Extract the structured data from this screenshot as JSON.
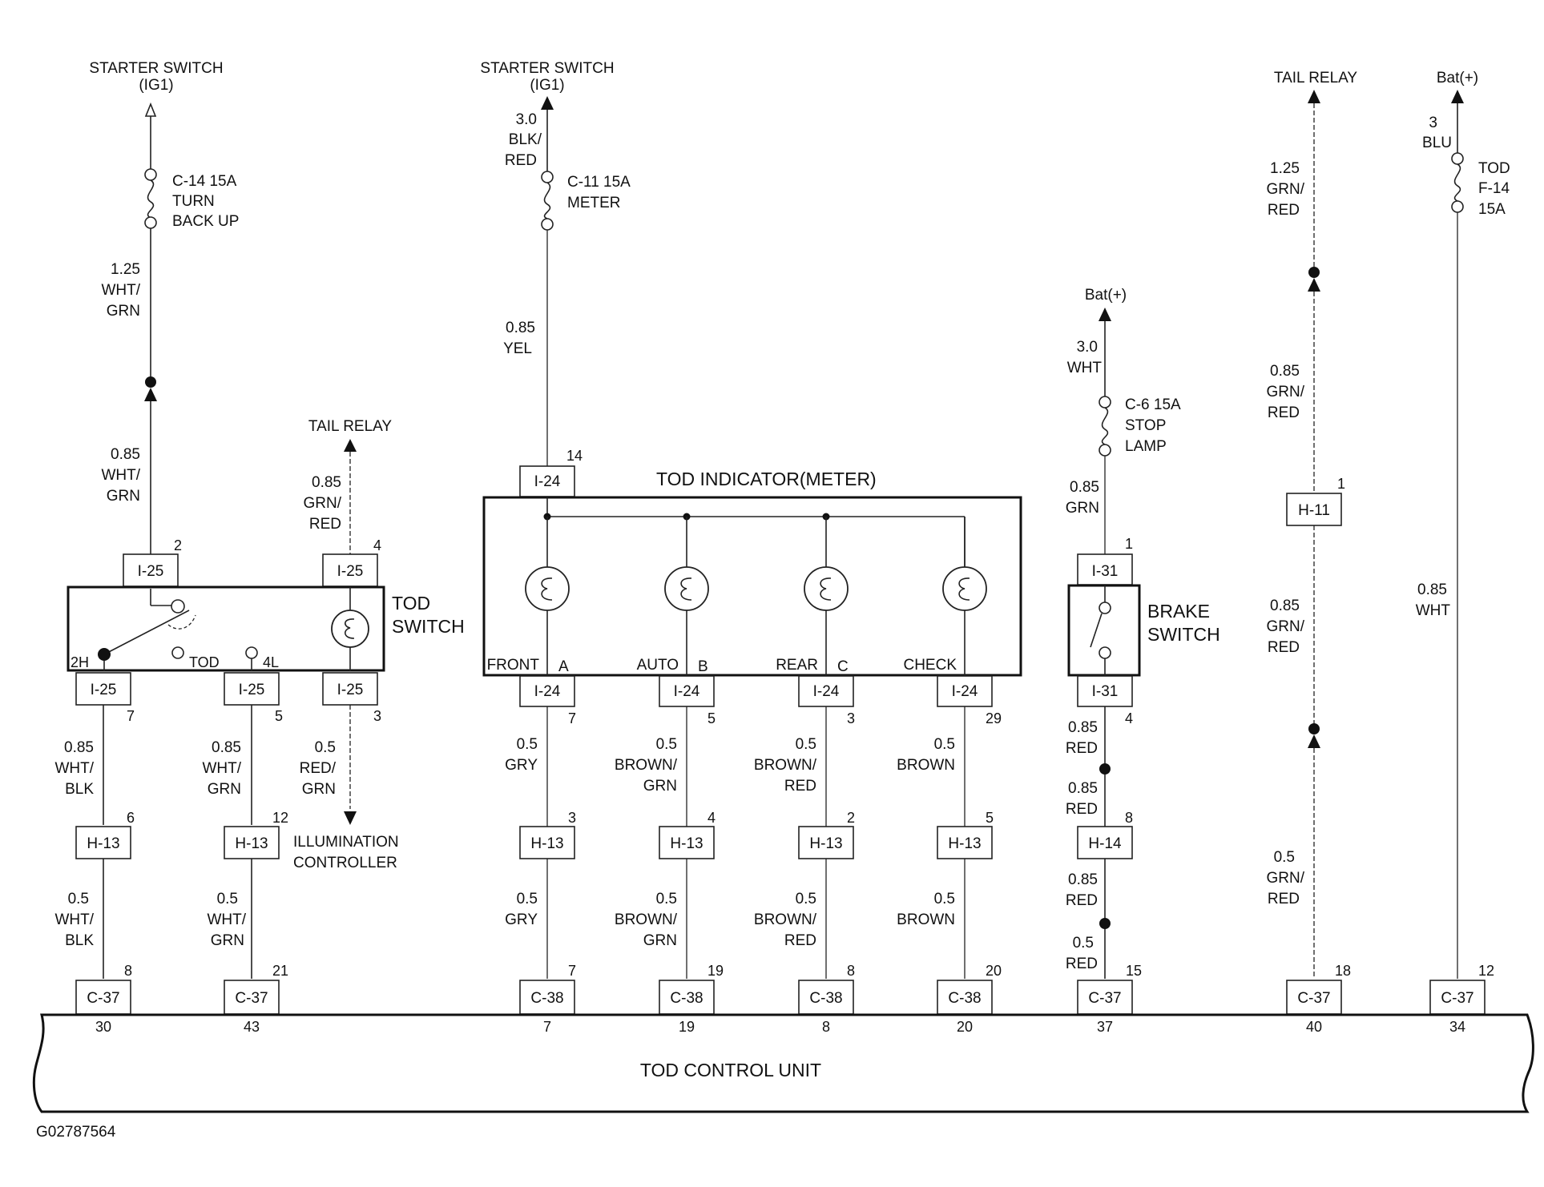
{
  "diagram_id": "G02787564",
  "control_unit": {
    "label": "TOD CONTROL UNIT"
  },
  "tod_switch": {
    "label_line1": "TOD",
    "label_line2": "SWITCH",
    "pos_2h": "2H",
    "pos_tod": "TOD",
    "pos_4l": "4L",
    "top_conn_a": "I-25",
    "top_pin_a": "2",
    "top_conn_b": "I-25",
    "top_pin_b": "4",
    "bot_conn_1": "I-25",
    "bot_pin_1": "7",
    "bot_conn_2": "I-25",
    "bot_pin_2": "5",
    "bot_conn_3": "I-25",
    "bot_pin_3": "3"
  },
  "tod_indicator": {
    "label": "TOD INDICATOR(METER)",
    "top_conn": "I-24",
    "top_pin": "14",
    "lamps": [
      {
        "name": "FRONT",
        "letter": "A",
        "conn": "I-24",
        "pin": "7"
      },
      {
        "name": "AUTO",
        "letter": "B",
        "conn": "I-24",
        "pin": "5"
      },
      {
        "name": "REAR",
        "letter": "C",
        "conn": "I-24",
        "pin": "3"
      },
      {
        "name": "CHECK",
        "letter": "",
        "conn": "I-24",
        "pin": "29"
      }
    ]
  },
  "brake_switch": {
    "label_line1": "BRAKE",
    "label_line2": "SWITCH",
    "top_conn": "I-31",
    "top_pin": "1",
    "bot_conn": "I-31",
    "bot_pin": "4"
  },
  "sources": {
    "starter_left": {
      "line1": "STARTER SWITCH",
      "line2": "(IG1)"
    },
    "starter_mid": {
      "line1": "STARTER SWITCH",
      "line2": "(IG1)"
    },
    "tail_relay_left": "TAIL RELAY",
    "illumination": {
      "line1": "ILLUMINATION",
      "line2": "CONTROLLER"
    },
    "bat_brake": "Bat(+)",
    "tail_relay_right": "TAIL RELAY",
    "bat_right": "Bat(+)"
  },
  "fuses": {
    "c14": {
      "line1": "C-14 15A",
      "line2": "TURN",
      "line3": "BACK UP"
    },
    "c11": {
      "line1": "C-11 15A",
      "line2": "METER"
    },
    "c6": {
      "line1": "C-6 15A",
      "line2": "STOP",
      "line3": "LAMP"
    },
    "f14": {
      "line1": "TOD",
      "line2": "F-14",
      "line3": "15A"
    }
  },
  "wire_labels": {
    "w1": [
      "1.25",
      "WHT/",
      "GRN"
    ],
    "w2": [
      "0.85",
      "WHT/",
      "GRN"
    ],
    "w3": [
      "0.85",
      "GRN/",
      "RED"
    ],
    "w4": [
      "0.85",
      "WHT/",
      "BLK"
    ],
    "w5": [
      "0.85",
      "WHT/",
      "GRN"
    ],
    "w6": [
      "0.5",
      "RED/",
      "GRN"
    ],
    "w7": [
      "0.5",
      "WHT/",
      "BLK"
    ],
    "w8": [
      "0.5",
      "WHT/",
      "GRN"
    ],
    "w9": [
      "3.0",
      "BLK/",
      "RED"
    ],
    "w10": [
      "0.85",
      "YEL"
    ],
    "w11": [
      "0.5",
      "GRY"
    ],
    "w12": [
      "0.5",
      "BROWN/",
      "GRN"
    ],
    "w13": [
      "0.5",
      "BROWN/",
      "RED"
    ],
    "w14": [
      "0.5",
      "BROWN"
    ],
    "w15": [
      "0.5",
      "GRY"
    ],
    "w16": [
      "0.5",
      "BROWN/",
      "GRN"
    ],
    "w17": [
      "0.5",
      "BROWN/",
      "RED"
    ],
    "w18": [
      "0.5",
      "BROWN"
    ],
    "w19": [
      "3.0",
      "WHT"
    ],
    "w20": [
      "0.85",
      "GRN"
    ],
    "w21": [
      "0.85",
      "RED"
    ],
    "w22": [
      "0.85",
      "RED"
    ],
    "w23": [
      "0.85",
      "RED"
    ],
    "w24": [
      "0.5",
      "RED"
    ],
    "w25": [
      "1.25",
      "GRN/",
      "RED"
    ],
    "w26": [
      "0.85",
      "GRN/",
      "RED"
    ],
    "w27": [
      "0.85",
      "GRN/",
      "RED"
    ],
    "w28": [
      "0.5",
      "GRN/",
      "RED"
    ],
    "w29": [
      "3",
      "BLU"
    ],
    "w30": [
      "0.85",
      "WHT"
    ]
  },
  "h_connectors": [
    {
      "name": "H-13",
      "pin": "6"
    },
    {
      "name": "H-13",
      "pin": "12"
    },
    {
      "name": "H-13",
      "pin": "3"
    },
    {
      "name": "H-13",
      "pin": "4"
    },
    {
      "name": "H-13",
      "pin": "2"
    },
    {
      "name": "H-13",
      "pin": "5"
    },
    {
      "name": "H-14",
      "pin": "8"
    },
    {
      "name": "H-11",
      "pin": "1"
    }
  ],
  "c_connectors": [
    {
      "name": "C-37",
      "pin": "8",
      "terminal": "30"
    },
    {
      "name": "C-37",
      "pin": "21",
      "terminal": "43"
    },
    {
      "name": "C-38",
      "pin": "7",
      "terminal": "7"
    },
    {
      "name": "C-38",
      "pin": "19",
      "terminal": "19"
    },
    {
      "name": "C-38",
      "pin": "8",
      "terminal": "8"
    },
    {
      "name": "C-38",
      "pin": "20",
      "terminal": "20"
    },
    {
      "name": "C-37",
      "pin": "15",
      "terminal": "37"
    },
    {
      "name": "C-37",
      "pin": "18",
      "terminal": "40"
    },
    {
      "name": "C-37",
      "pin": "12",
      "terminal": "34"
    }
  ]
}
